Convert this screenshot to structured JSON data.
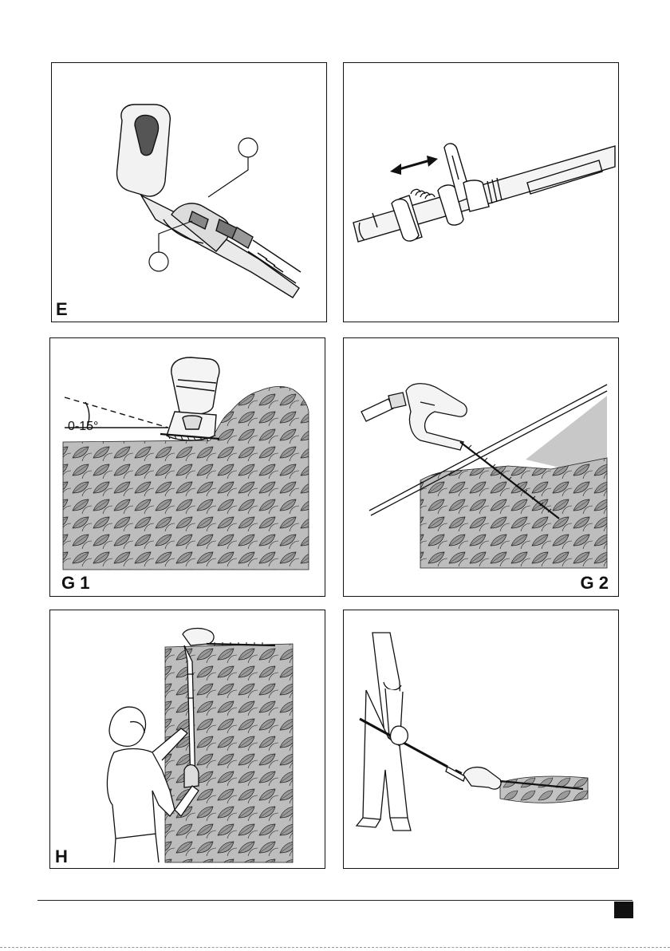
{
  "panels": {
    "e": {
      "label": "E"
    },
    "f": {
      "label": ""
    },
    "g1": {
      "label": "G 1",
      "angle": "0-15°"
    },
    "g2": {
      "label": "G 2"
    },
    "h": {
      "label": "H"
    },
    "i": {
      "label": ""
    }
  },
  "colors": {
    "line": "#111111",
    "foliage": "#b8b8b8",
    "shade": "#c8c8c8"
  }
}
